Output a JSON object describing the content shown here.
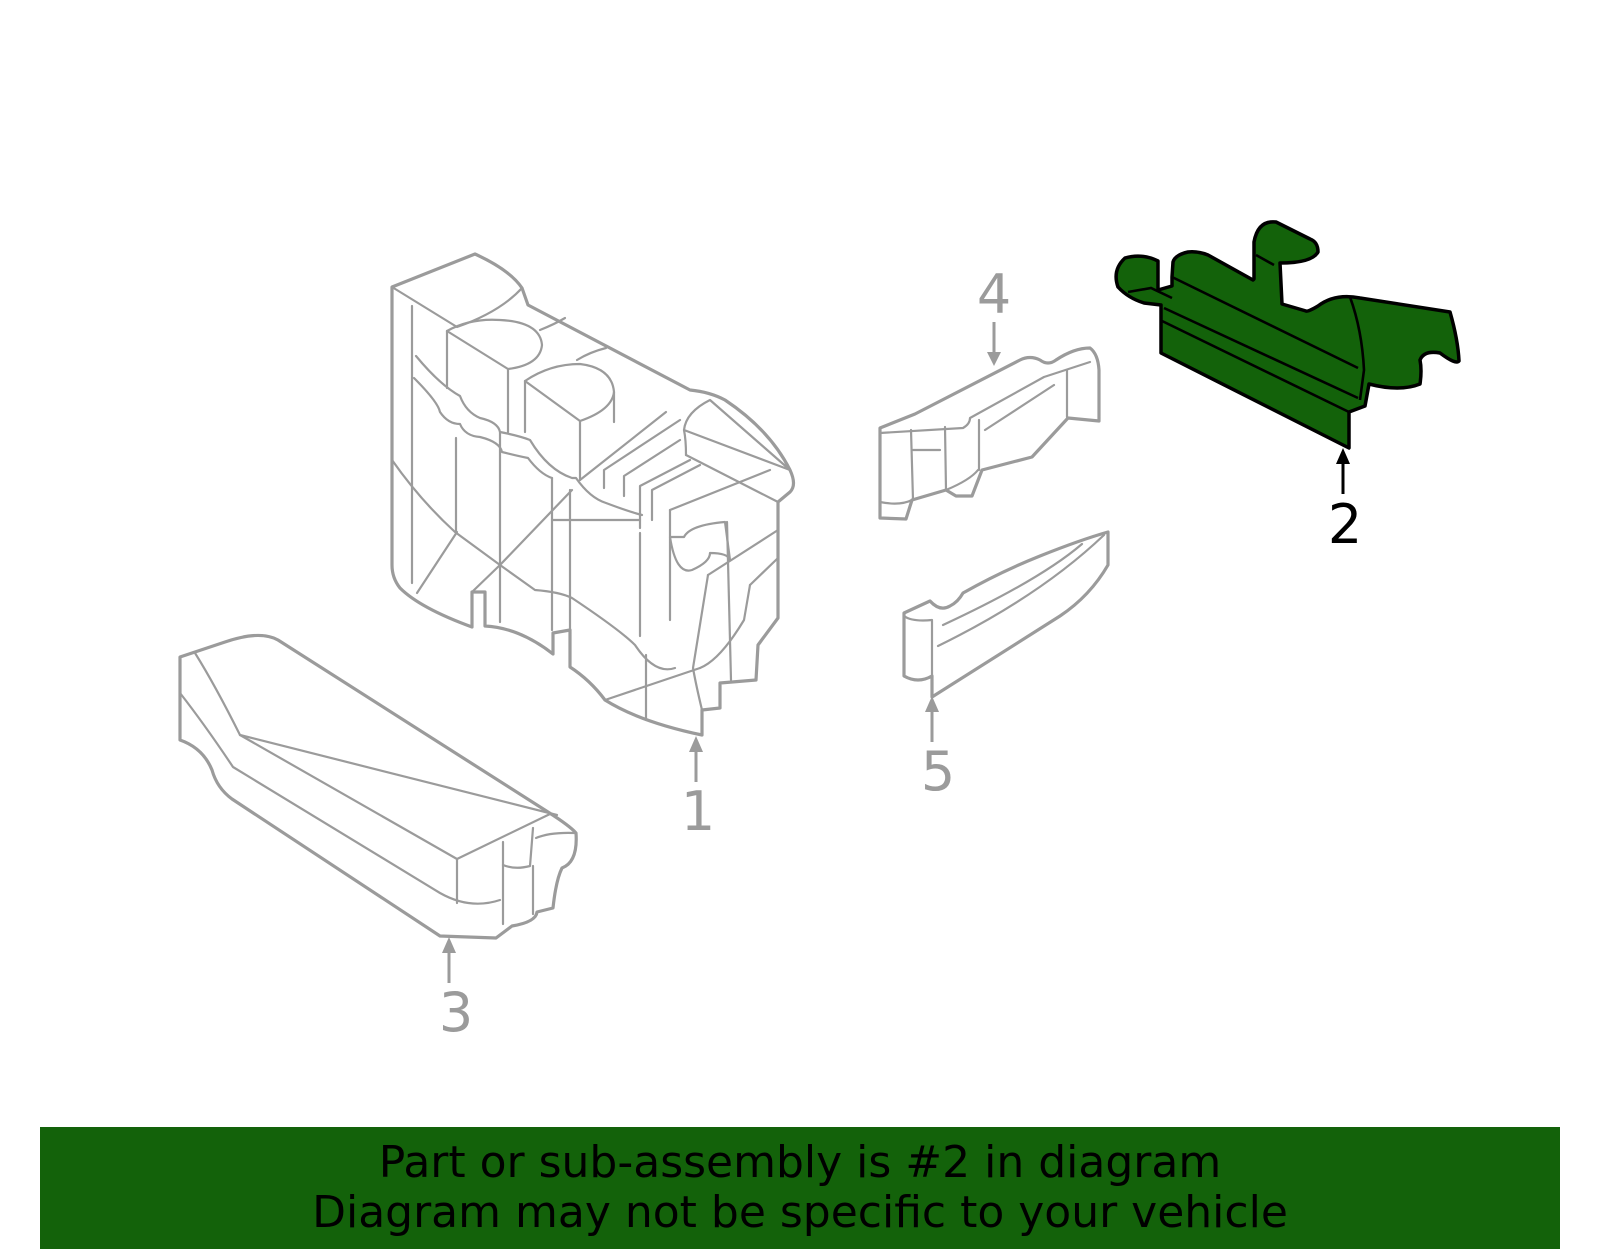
{
  "diagram": {
    "highlight_color": "#13620a",
    "outline_gray": "#9b9b9b",
    "callouts": [
      {
        "number": "1",
        "highlighted": false
      },
      {
        "number": "2",
        "highlighted": true
      },
      {
        "number": "3",
        "highlighted": false
      },
      {
        "number": "4",
        "highlighted": false
      },
      {
        "number": "5",
        "highlighted": false
      }
    ]
  },
  "banner": {
    "line1": "Part or sub-assembly is #2 in diagram",
    "line2": "Diagram may not be specific to your vehicle",
    "background": "#13620a"
  }
}
